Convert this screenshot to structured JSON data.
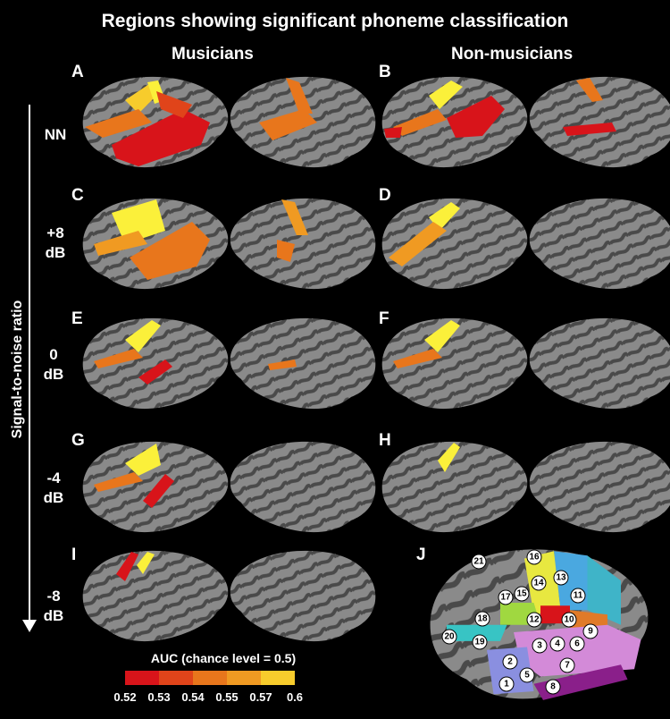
{
  "title": "Regions showing significant phoneme classification",
  "columns": [
    "Musicians",
    "Non-musicians"
  ],
  "y_axis_label": "Signal-to-noise ratio",
  "rows": [
    {
      "label_line1": "NN",
      "label_line2": "",
      "left_letter": "A",
      "right_letter": "B"
    },
    {
      "label_line1": "+8",
      "label_line2": "dB",
      "left_letter": "C",
      "right_letter": "D"
    },
    {
      "label_line1": "0",
      "label_line2": "dB",
      "left_letter": "E",
      "right_letter": "F"
    },
    {
      "label_line1": "-4",
      "label_line2": "dB",
      "left_letter": "G",
      "right_letter": "H"
    },
    {
      "label_line1": "-8",
      "label_line2": "dB",
      "left_letter": "I",
      "right_letter": ""
    }
  ],
  "panel_j_letter": "J",
  "region_numbers": [
    "1",
    "2",
    "3",
    "4",
    "5",
    "6",
    "7",
    "8",
    "9",
    "10",
    "11",
    "12",
    "13",
    "14",
    "15",
    "16",
    "17",
    "18",
    "19",
    "20",
    "21"
  ],
  "colorbar": {
    "title": "AUC (chance level = 0.5)",
    "ticks": [
      "0.52",
      "0.53",
      "0.54",
      "0.55",
      "0.57",
      "0.6"
    ],
    "colors": [
      "#d8141a",
      "#e0441a",
      "#e8761c",
      "#f09a22",
      "#f7cc2c",
      "#fbf03a"
    ]
  }
}
